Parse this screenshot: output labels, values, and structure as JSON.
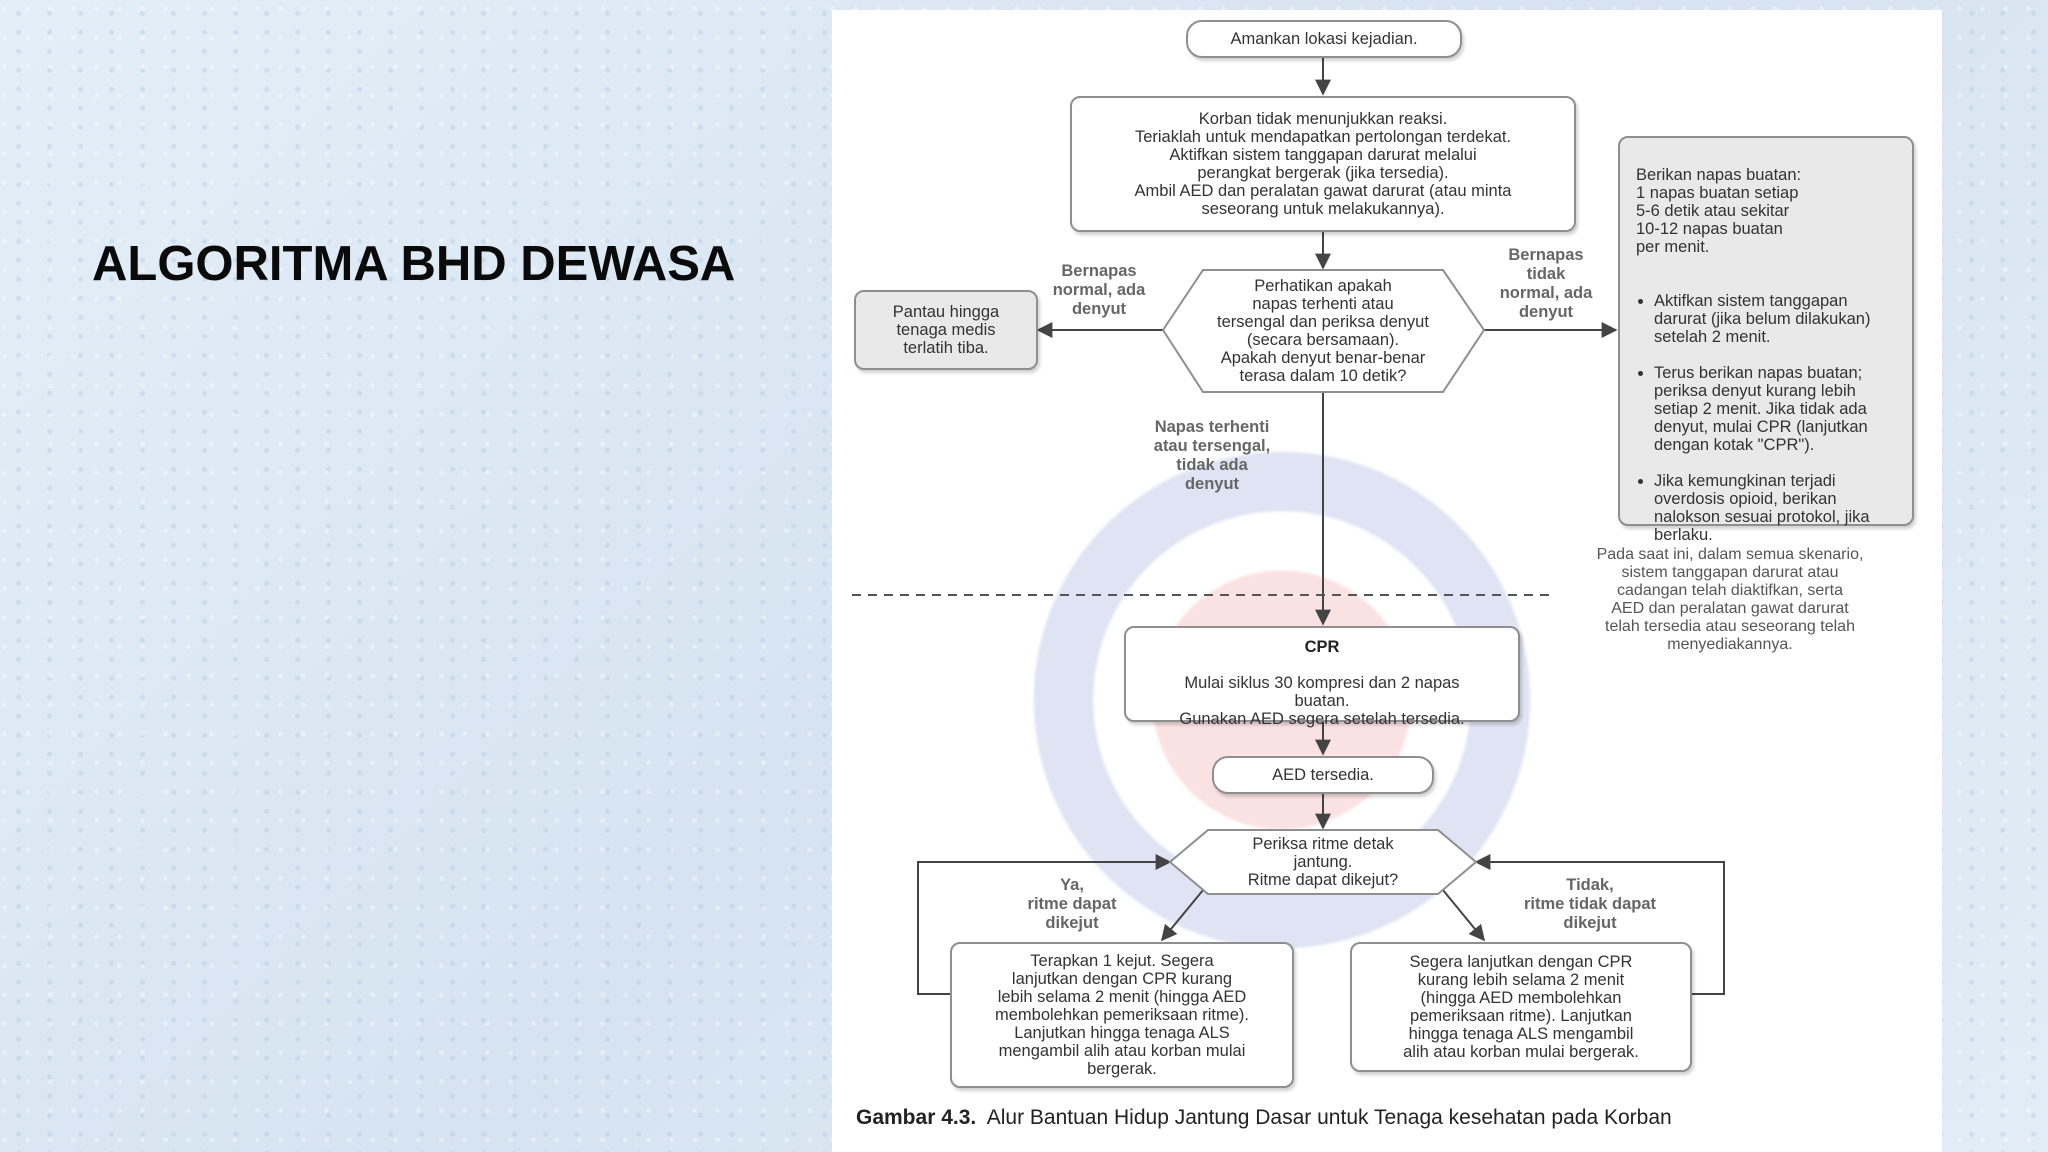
{
  "slide": {
    "title": "ALGORITMA BHD DEWASA"
  },
  "flowchart": {
    "secure_scene": "Amankan lokasi kejadian.",
    "no_response": "Korban tidak menunjukkan reaksi.\nTeriaklah untuk mendapatkan pertolongan terdekat.\nAktifkan sistem tanggapan darurat melalui\nperangkat bergerak (jika tersedia).\nAmbil AED dan peralatan gawat darurat (atau minta\nseseorang untuk melakukannya).",
    "check_breathing": "Perhatikan apakah\nnapas terhenti atau\ntersengal dan periksa denyut\n(secara bersamaan).\nApakah denyut benar-benar\nterasa dalam 10 detik?",
    "label_normal_pulse": "Bernapas\nnormal, ada\ndenyut",
    "monitor": "Pantau hingga\ntenaga medis\nterlatih tiba.",
    "label_abnormal_pulse": "Bernapas\ntidak\nnormal, ada\ndenyut",
    "rescue_breathing": {
      "intro": "Berikan napas buatan:\n1 napas buatan setiap\n5-6 detik atau sekitar\n10-12 napas buatan\nper menit.",
      "bullets": [
        "Aktifkan sistem tanggapan darurat (jika belum dilakukan) setelah 2 menit.",
        "Terus berikan napas buatan; periksa denyut kurang lebih setiap 2 menit. Jika tidak ada denyut, mulai CPR (lanjutkan dengan kotak \"CPR\").",
        "Jika kemungkinan terjadi overdosis opioid, berikan nalokson sesuai protokol, jika berlaku."
      ]
    },
    "label_no_breath": "Napas terhenti\natau tersengal,\ntidak ada\ndenyut",
    "scenario_note": "Pada saat ini, dalam semua skenario,\nsistem tanggapan darurat atau\ncadangan telah diaktifkan, serta\nAED dan peralatan gawat darurat\ntelah tersedia atau seseorang telah\nmenyediakannya.",
    "cpr_title": "CPR",
    "cpr_text": "Mulai siklus 30 kompresi dan 2 napas\nbuatan.\nGunakan AED segera setelah tersedia.",
    "aed_available": "AED tersedia.",
    "check_rhythm": "Periksa ritme detak\njantung.\nRitme dapat dikejut?",
    "label_shockable": "Ya,\nritme dapat\ndikejut",
    "label_not_shockable": "Tidak,\nritme tidak dapat\ndikejut",
    "shock_action": "Terapkan 1 kejut. Segera\nlanjutkan dengan CPR kurang\nlebih selama 2 menit (hingga AED\nmembolehkan pemeriksaan ritme).\nLanjutkan hingga tenaga ALS\nmengambil alih atau korban mulai\nbergerak.",
    "no_shock_action": "Segera lanjutkan dengan CPR\nkurang lebih selama 2 menit\n(hingga AED membolehkan\npemeriksaan ritme). Lanjutkan\nhingga tenaga ALS mengambil\nalih atau korban mulai bergerak."
  },
  "caption": {
    "number": "Gambar 4.3.",
    "text": "Alur Bantuan Hidup Jantung Dasar untuk Tenaga kesehatan pada Korban"
  },
  "colors": {
    "line": "#444444",
    "box_border": "#8f8f8f",
    "label": "#666666"
  }
}
